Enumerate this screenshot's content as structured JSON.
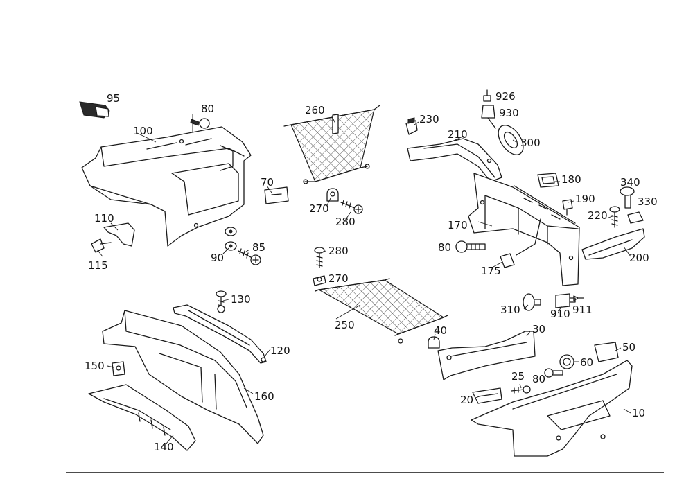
{
  "callouts": [
    {
      "id": "c95",
      "text": "95"
    },
    {
      "id": "c80a",
      "text": "80"
    },
    {
      "id": "c100",
      "text": "100"
    },
    {
      "id": "c110",
      "text": "110"
    },
    {
      "id": "c115",
      "text": "115"
    },
    {
      "id": "c70",
      "text": "70"
    },
    {
      "id": "c85",
      "text": "85"
    },
    {
      "id": "c90",
      "text": "90"
    },
    {
      "id": "c260",
      "text": "260"
    },
    {
      "id": "c270a",
      "text": "270"
    },
    {
      "id": "c280a",
      "text": "280"
    },
    {
      "id": "c280b",
      "text": "280"
    },
    {
      "id": "c270b",
      "text": "270"
    },
    {
      "id": "c250",
      "text": "250"
    },
    {
      "id": "c230",
      "text": "230"
    },
    {
      "id": "c210",
      "text": "210"
    },
    {
      "id": "c926",
      "text": "926"
    },
    {
      "id": "c930",
      "text": "930"
    },
    {
      "id": "c300",
      "text": "300"
    },
    {
      "id": "c180",
      "text": "180"
    },
    {
      "id": "c190",
      "text": "190"
    },
    {
      "id": "c340",
      "text": "340"
    },
    {
      "id": "c330",
      "text": "330"
    },
    {
      "id": "c220",
      "text": "220"
    },
    {
      "id": "c170",
      "text": "170"
    },
    {
      "id": "c80b",
      "text": "80"
    },
    {
      "id": "c175",
      "text": "175"
    },
    {
      "id": "c200",
      "text": "200"
    },
    {
      "id": "c310",
      "text": "310"
    },
    {
      "id": "c910",
      "text": "910"
    },
    {
      "id": "c911",
      "text": "911"
    },
    {
      "id": "c130",
      "text": "130"
    },
    {
      "id": "c120",
      "text": "120"
    },
    {
      "id": "c150",
      "text": "150"
    },
    {
      "id": "c160",
      "text": "160"
    },
    {
      "id": "c140",
      "text": "140"
    },
    {
      "id": "c40",
      "text": "40"
    },
    {
      "id": "c30",
      "text": "30"
    },
    {
      "id": "c50",
      "text": "50"
    },
    {
      "id": "c60",
      "text": "60"
    },
    {
      "id": "c25",
      "text": "25"
    },
    {
      "id": "c80c",
      "text": "80"
    },
    {
      "id": "c20",
      "text": "20"
    },
    {
      "id": "c10",
      "text": "10"
    }
  ]
}
